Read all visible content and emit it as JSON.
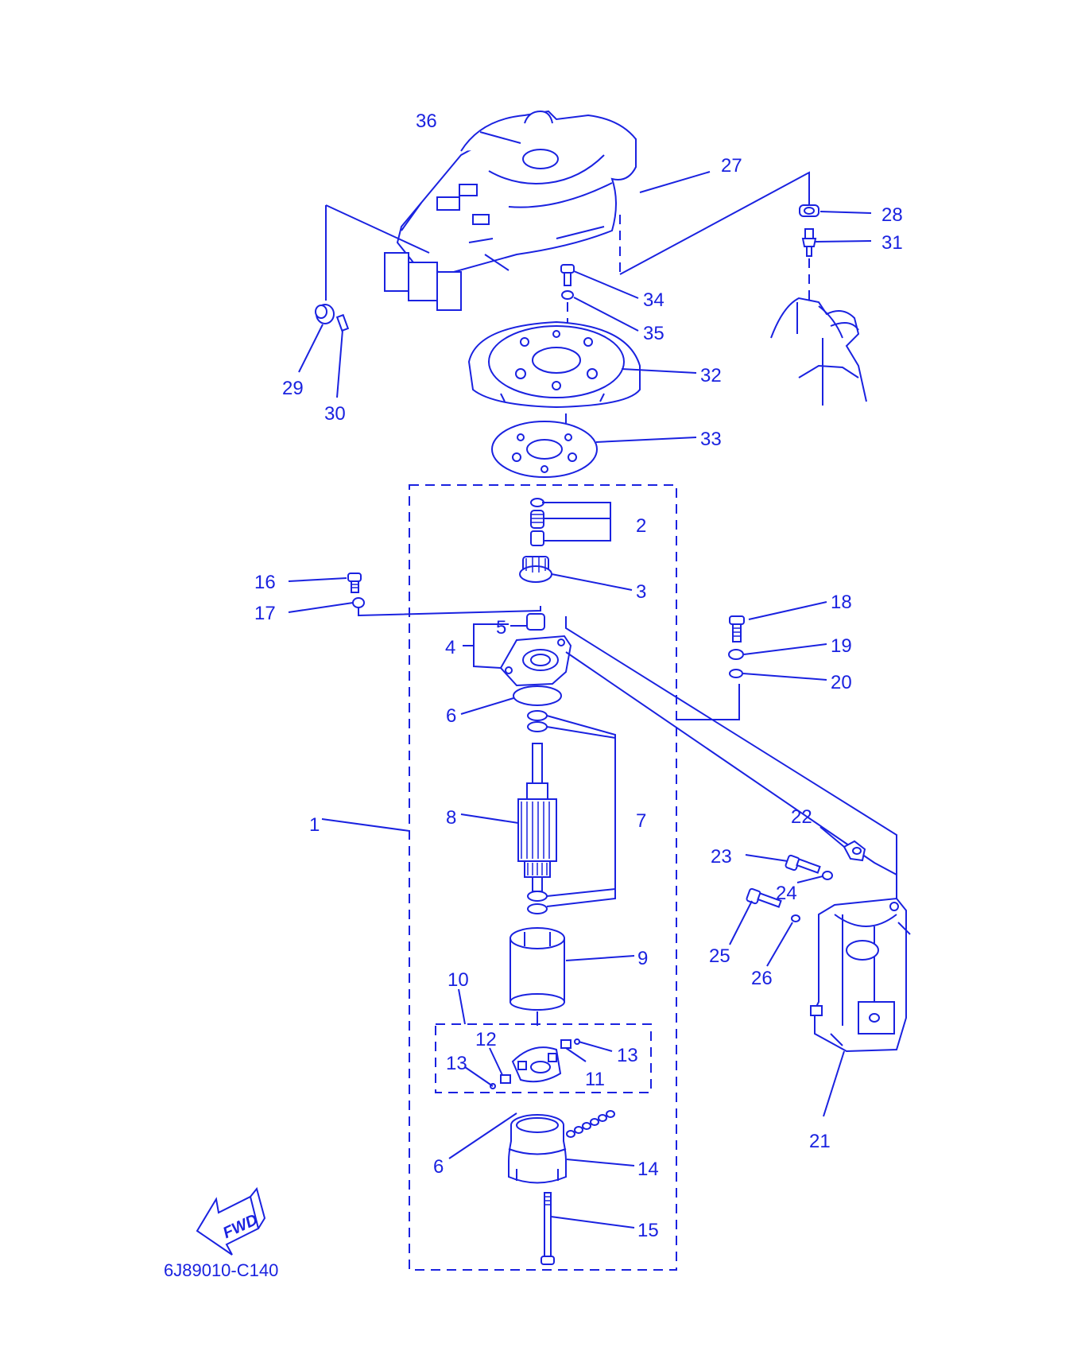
{
  "diagram": {
    "part_code": "6J89010-C140",
    "forward_label": "FWD",
    "line_color": "#1a22e0",
    "callouts": [
      "1",
      "2",
      "3",
      "4",
      "5",
      "6",
      "6",
      "7",
      "8",
      "9",
      "10",
      "11",
      "12",
      "13",
      "13",
      "14",
      "15",
      "16",
      "17",
      "18",
      "19",
      "20",
      "21",
      "22",
      "23",
      "24",
      "25",
      "26",
      "27",
      "28",
      "29",
      "30",
      "31",
      "32",
      "33",
      "34",
      "35",
      "36"
    ]
  }
}
